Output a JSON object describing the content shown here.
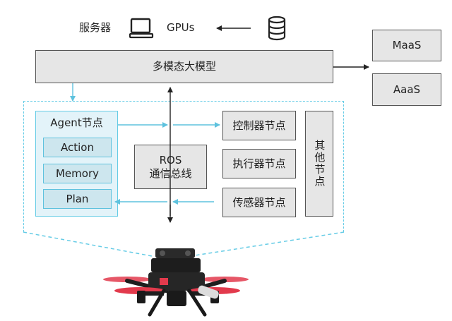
{
  "top": {
    "server_label": "服务器",
    "gpus_label": "GPUs",
    "server_icon": "computer-monitor-icon",
    "database_icon": "database-icon"
  },
  "model": {
    "label": "多模态大模型"
  },
  "services": {
    "maas": "MaaS",
    "aaas": "AaaS"
  },
  "agent": {
    "title": "Agent节点",
    "items": [
      "Action",
      "Memory",
      "Plan"
    ]
  },
  "ros": {
    "line1": "ROS",
    "line2": "通信总线"
  },
  "nodes": {
    "controller": "控制器节点",
    "executor": "执行器节点",
    "sensor": "传感器节点",
    "other": "其他节点"
  },
  "colors": {
    "accent_cyan": "#5ec2de",
    "box_gray": "#e6e6e6",
    "agent_fill": "#e3f3f9",
    "agent_item_fill": "#cde6ee",
    "drone_accent": "#e23a4c"
  }
}
